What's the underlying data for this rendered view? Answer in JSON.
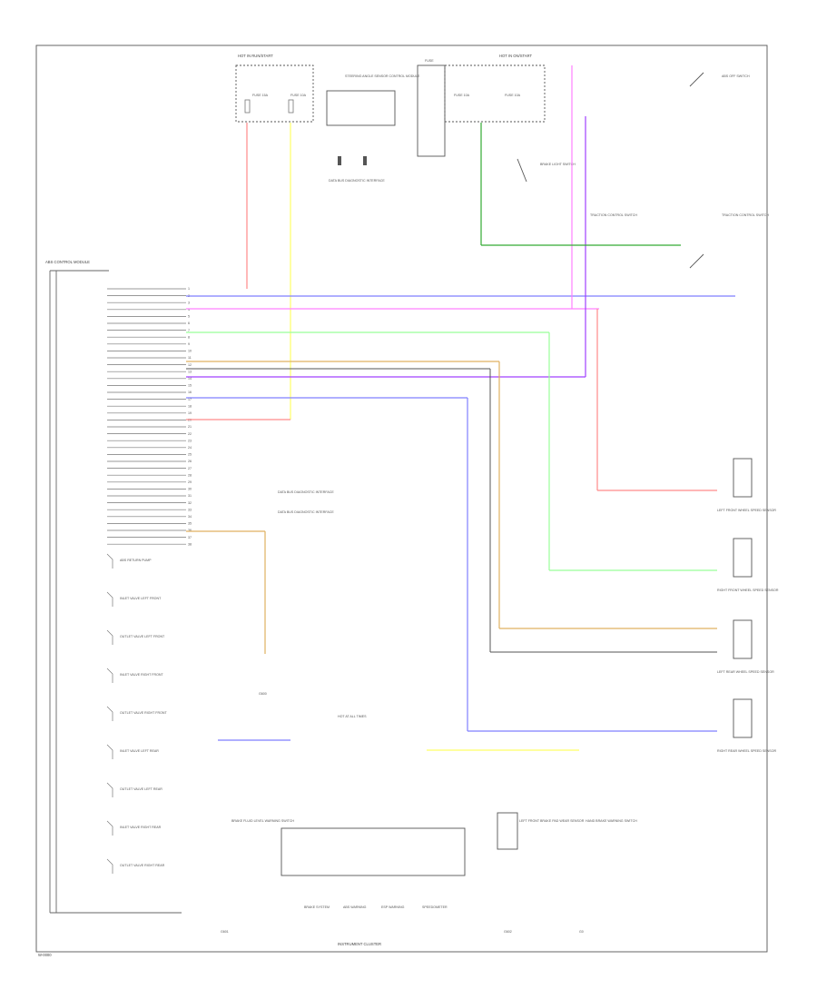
{
  "wire_colors": {
    "red": "#ff8a8a",
    "yellow": "#ffff66",
    "blue": "#7f7fff",
    "purple": "#a040ff",
    "pink": "#ff80ff",
    "green": "#33aa33",
    "lightgreen": "#99ff99",
    "orange": "#e0b060",
    "gray": "#9a9a9a",
    "dark": "#444444"
  },
  "labels": {
    "hot_left": "HOT IN RUN/START",
    "hot_right": "HOT IN ON/START",
    "fuse_left_a": "FUSE 15A",
    "fuse_left_b": "FUSE 10A",
    "fuse_right_a": "FUSE 10A",
    "fuse_right_b": "FUSE 10A",
    "steering_module": "STEERING ANGLE SENSOR CONTROL MODULE",
    "data_bus_a": "DATA BUS DIAGNOSTIC INTERFACE",
    "fuse_top": "FUSE",
    "brake_light_switch": "BRAKE LIGHT SWITCH",
    "abs_switch": "ABS OFF SWITCH",
    "tcs_switch": "TRACTION CONTROL SWITCH",
    "abs_module": "ABS CONTROL MODULE",
    "ws_lf": "LEFT FRONT WHEEL SPEED SENSOR",
    "ws_rf": "RIGHT FRONT WHEEL SPEED SENSOR",
    "ws_lr": "LEFT REAR WHEEL SPEED SENSOR",
    "ws_rr": "RIGHT REAR WHEEL SPEED SENSOR",
    "data_bus_1": "DATA BUS DIAGNOSTIC INTERFACE",
    "data_bus_2": "DATA BUS DIAGNOSTIC INTERFACE",
    "cluster": "INSTRUMENT CLUSTER",
    "brake_fluid": "BRAKE FLUID LEVEL WARNING SWITCH",
    "brake_pad": "LEFT FRONT BRAKE PAD WEAR SENSOR",
    "hand_brake": "HAND BRAKE WARNING SWITCH",
    "hot_cluster": "HOT AT ALL TIMES",
    "brake_warn": "BRAKE SYSTEM",
    "abs_warn": "ABS WARNING",
    "esp_warn": "ESP WARNING",
    "speedo": "SPEEDOMETER",
    "ground_a": "G600",
    "ground_b": "G601",
    "ground_c": "G602",
    "ground_d": "G0",
    "footer": "W-0000"
  },
  "valves": [
    "ABS RETURN PUMP",
    "INLET VALVE LEFT FRONT",
    "OUTLET VALVE LEFT FRONT",
    "INLET VALVE RIGHT FRONT",
    "OUTLET VALVE RIGHT FRONT",
    "INLET VALVE LEFT REAR",
    "OUTLET VALVE LEFT REAR",
    "INLET VALVE RIGHT REAR",
    "OUTLET VALVE RIGHT REAR"
  ],
  "pins": [
    "1",
    "2",
    "3",
    "4",
    "5",
    "6",
    "7",
    "8",
    "9",
    "10",
    "11",
    "12",
    "13",
    "14",
    "15",
    "16",
    "17",
    "18",
    "19",
    "20",
    "21",
    "22",
    "23",
    "24",
    "25",
    "26",
    "27",
    "28",
    "29",
    "30",
    "31",
    "32",
    "33",
    "34",
    "35",
    "36",
    "37",
    "38"
  ]
}
